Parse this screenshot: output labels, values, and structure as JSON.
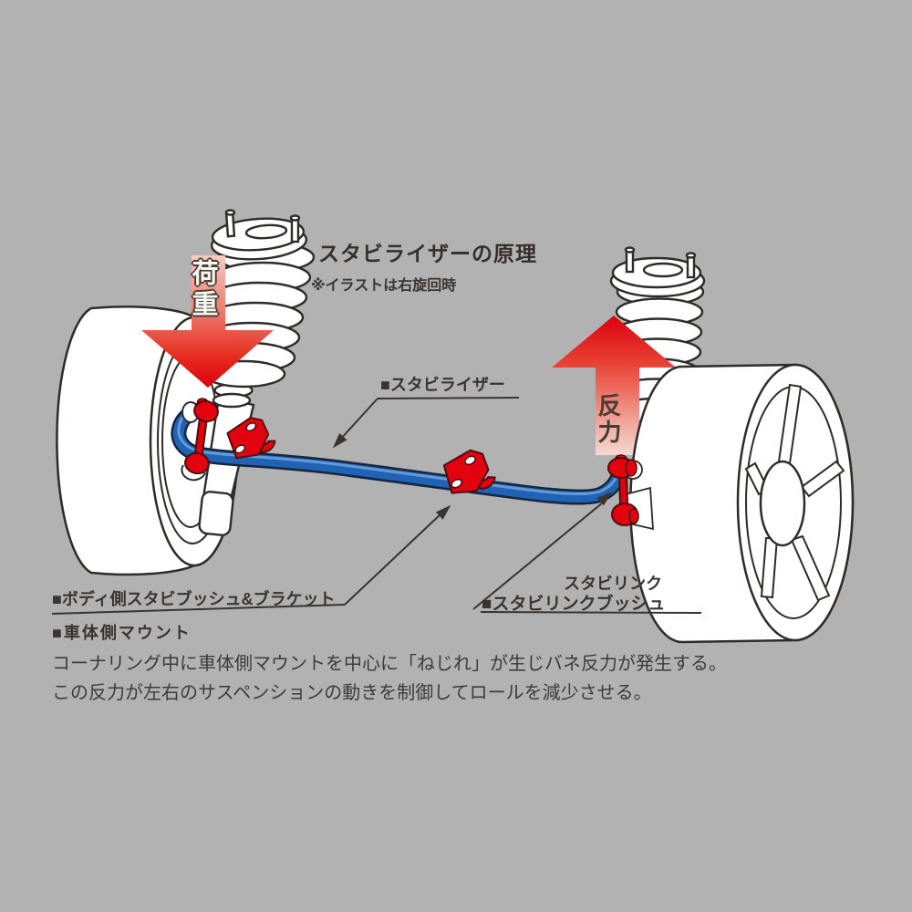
{
  "header": {
    "title": "スタビライザーの原理",
    "subtitle": "※イラストは右旋回時"
  },
  "force_arrows": {
    "load_label": "荷重",
    "reaction_label": "反力"
  },
  "part_labels": {
    "stabilizer": "■スタビライザー",
    "body_side_bush_bracket": "■ボディ側スタビブッシュ&ブラケット",
    "body_side_mount": "■車体側マウント",
    "stabi_link": "スタビリンク",
    "stabi_link_bush": "■スタビリンクブッシュ"
  },
  "description": {
    "line1": "コーナリング中に車体側マウントを中心に「ねじれ」が生じバネ反力が発生する。",
    "line2": "この反力が左右のサスペンションの動きを制御してロールを減少させる。"
  },
  "colors": {
    "background": "#b2b2b2",
    "stabilizer_blue": "#2063b4",
    "accent_red": "#e3000f",
    "outline_dark": "#2e2b29",
    "text_dark": "#38302b"
  }
}
